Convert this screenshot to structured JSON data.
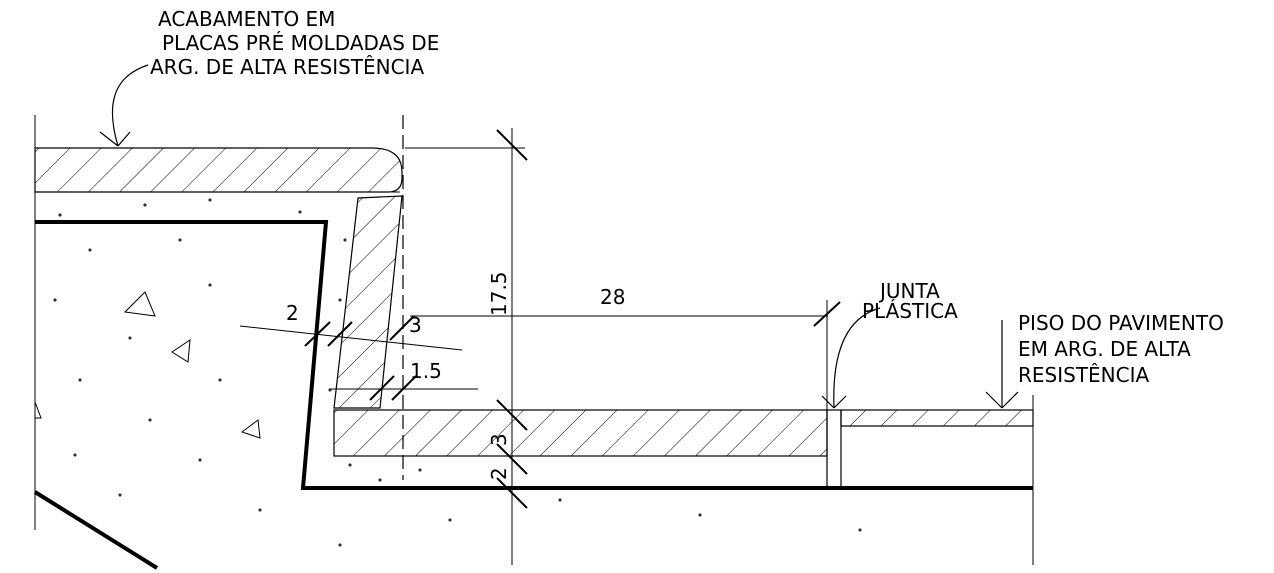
{
  "labels": {
    "finish_line1": "ACABAMENTO EM",
    "finish_line2": "PLACAS PRÉ MOLDADAS DE",
    "finish_line3": "ARG. DE ALTA RESISTÊNCIA",
    "joint_line1": "JUNTA",
    "joint_line2": "PLÁSTICA",
    "floor_line1": "PISO DO PAVIMENTO",
    "floor_line2": "EM  ARG. DE ALTA",
    "floor_line3": "RESISTÊNCIA"
  },
  "dimensions": {
    "riser_height": "17.5",
    "tread_depth": "28",
    "riser_finish_thickness": "3",
    "riser_gap": "2",
    "offset": "1.5",
    "tread_finish_thickness": "3",
    "tread_gap": "2"
  },
  "colors": {
    "line": "#000000",
    "background": "#ffffff"
  }
}
